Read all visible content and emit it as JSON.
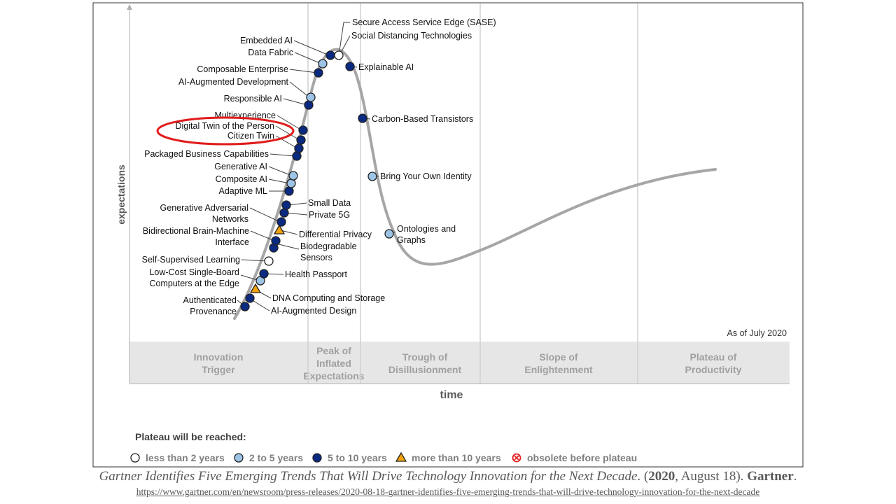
{
  "chart_data": {
    "type": "scatter",
    "xlabel": "time",
    "ylabel": "expectations",
    "as_of": "As of July 2020",
    "phases": [
      {
        "lines": [
          "Innovation",
          "Trigger"
        ]
      },
      {
        "lines": [
          "Peak of",
          "Inflated",
          "Expectations"
        ]
      },
      {
        "lines": [
          "Trough of",
          "Disillusionment"
        ]
      },
      {
        "lines": [
          "Slope of",
          "Enlightenment"
        ]
      },
      {
        "lines": [
          "Plateau of",
          "Productivity"
        ]
      }
    ],
    "legend": {
      "title": "Plateau will be reached:",
      "items": [
        {
          "key": "lt2",
          "label": "less than 2 years",
          "marker": "circle",
          "color": "#ffffff"
        },
        {
          "key": "2to5",
          "label": "2 to 5 years",
          "marker": "circle",
          "color": "#9dc3e6"
        },
        {
          "key": "5to10",
          "label": "5 to 10 years",
          "marker": "circle",
          "color": "#0a2a82"
        },
        {
          "key": "gt10",
          "label": "more than 10 years",
          "marker": "triangle",
          "color": "#f2a20a"
        },
        {
          "key": "obsolete",
          "label": "obsolete before plateau",
          "marker": "x-circle",
          "color": "#e02020"
        }
      ]
    },
    "highlighted_items": [
      "Digital Twin of the Person",
      "Citizen Twin"
    ],
    "highlight_color": "#e11b1b",
    "technologies": [
      {
        "name": "Authenticated Provenance",
        "lines": [
          "Authenticated",
          "Provenance"
        ],
        "plateau": "5to10"
      },
      {
        "name": "AI-Augmented Design",
        "lines": [
          "AI-Augmented Design"
        ],
        "plateau": "5to10"
      },
      {
        "name": "DNA Computing and Storage",
        "lines": [
          "DNA Computing and Storage"
        ],
        "plateau": "gt10"
      },
      {
        "name": "Low-Cost Single-Board Computers at the Edge",
        "lines": [
          "Low-Cost Single-Board",
          "Computers at the Edge"
        ],
        "plateau": "2to5"
      },
      {
        "name": "Health Passport",
        "lines": [
          "Health Passport"
        ],
        "plateau": "5to10"
      },
      {
        "name": "Self-Supervised Learning",
        "lines": [
          "Self-Supervised Learning"
        ],
        "plateau": "lt2"
      },
      {
        "name": "Biodegradable Sensors",
        "lines": [
          "Biodegradable",
          "Sensors"
        ],
        "plateau": "5to10"
      },
      {
        "name": "Bidirectional Brain-Machine Interface",
        "lines": [
          "Bidirectional Brain-Machine",
          "Interface"
        ],
        "plateau": "5to10"
      },
      {
        "name": "Differential Privacy",
        "lines": [
          "Differential Privacy"
        ],
        "plateau": "gt10"
      },
      {
        "name": "Generative Adversarial Networks",
        "lines": [
          "Generative Adversarial",
          "Networks"
        ],
        "plateau": "5to10"
      },
      {
        "name": "Private 5G",
        "lines": [
          "Private 5G"
        ],
        "plateau": "5to10"
      },
      {
        "name": "Small Data",
        "lines": [
          "Small Data"
        ],
        "plateau": "5to10"
      },
      {
        "name": "Adaptive ML",
        "lines": [
          "Adaptive ML"
        ],
        "plateau": "5to10"
      },
      {
        "name": "Composite AI",
        "lines": [
          "Composite AI"
        ],
        "plateau": "2to5"
      },
      {
        "name": "Generative AI",
        "lines": [
          "Generative AI"
        ],
        "plateau": "2to5"
      },
      {
        "name": "Packaged Business Capabilities",
        "lines": [
          "Packaged Business Capabilities"
        ],
        "plateau": "5to10"
      },
      {
        "name": "Citizen Twin",
        "lines": [
          "Citizen Twin"
        ],
        "plateau": "5to10"
      },
      {
        "name": "Digital Twin of the Person",
        "lines": [
          "Digital Twin of the Person"
        ],
        "plateau": "5to10"
      },
      {
        "name": "Multiexperience",
        "lines": [
          "Multiexperience"
        ],
        "plateau": "5to10"
      },
      {
        "name": "Responsible AI",
        "lines": [
          "Responsible AI"
        ],
        "plateau": "5to10"
      },
      {
        "name": "AI-Augmented Development",
        "lines": [
          "AI-Augmented Development"
        ],
        "plateau": "2to5"
      },
      {
        "name": "Composable Enterprise",
        "lines": [
          "Composable Enterprise"
        ],
        "plateau": "5to10"
      },
      {
        "name": "Data Fabric",
        "lines": [
          "Data Fabric"
        ],
        "plateau": "2to5"
      },
      {
        "name": "Embedded AI",
        "lines": [
          "Embedded AI"
        ],
        "plateau": "5to10"
      },
      {
        "name": "Secure Access Service Edge (SASE)",
        "lines": [
          "Secure Access Service Edge (SASE)"
        ],
        "plateau": "lt2"
      },
      {
        "name": "Social Distancing Technologies",
        "lines": [
          "Social Distancing Technologies"
        ],
        "plateau": "lt2"
      },
      {
        "name": "Explainable AI",
        "lines": [
          "Explainable AI"
        ],
        "plateau": "5to10"
      },
      {
        "name": "Carbon-Based Transistors",
        "lines": [
          "Carbon-Based Transistors"
        ],
        "plateau": "5to10"
      },
      {
        "name": "Bring Your Own Identity",
        "lines": [
          "Bring Your Own Identity"
        ],
        "plateau": "2to5"
      },
      {
        "name": "Ontologies and Graphs",
        "lines": [
          "Ontologies and",
          "Graphs"
        ],
        "plateau": "2to5"
      }
    ]
  },
  "citation": {
    "title": "Gartner Identifies Five Emerging Trends That Will Drive Technology Innovation for the Next Decade",
    "date_prefix": ". (",
    "year": "2020",
    "date_rest": ", August 18). ",
    "publisher": "Gartner",
    "end": ".",
    "url": "https://www.gartner.com/en/newsroom/press-releases/2020-08-18-gartner-identifies-five-emerging-trends-that-will-drive-technology-innovation-for-the-next-decade"
  }
}
